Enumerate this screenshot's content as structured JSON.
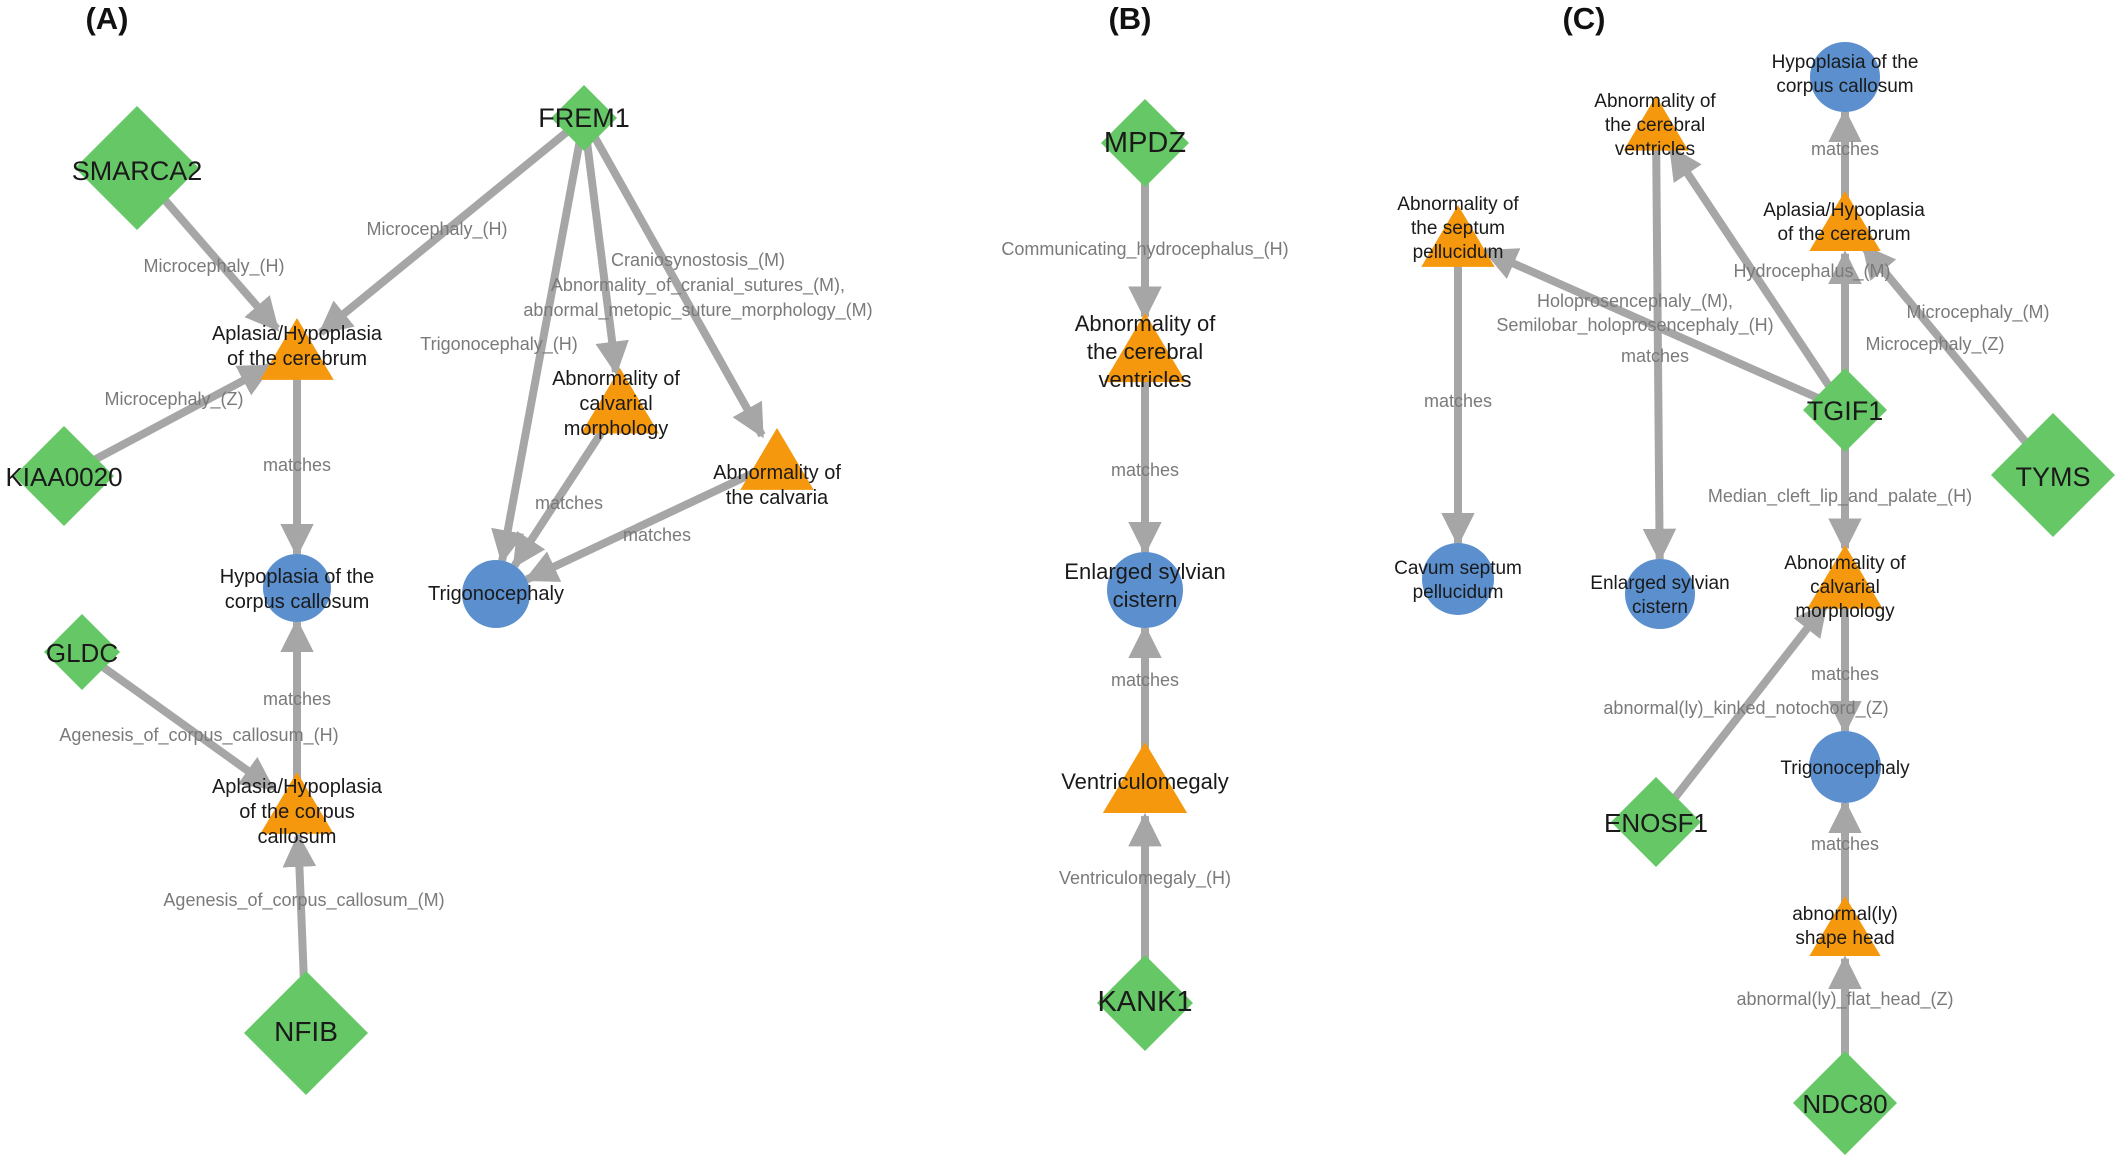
{
  "colors": {
    "gene": "#66c766",
    "phenotype_triangle": "#f5980d",
    "phenotype_circle": "#5b8fcd",
    "edge": "#a6a6a6",
    "edge_label": "#7a7a7a"
  },
  "panels": [
    {
      "id": "A",
      "label": "(A)"
    },
    {
      "id": "B",
      "label": "(B)"
    },
    {
      "id": "C",
      "label": "(C)"
    }
  ],
  "nodes": [
    {
      "id": "smarca2",
      "panel": "A",
      "shape": "diamond",
      "label": [
        "SMARCA2"
      ]
    },
    {
      "id": "frem1",
      "panel": "A",
      "shape": "diamond",
      "label": [
        "FREM1"
      ]
    },
    {
      "id": "kiaa0020",
      "panel": "A",
      "shape": "diamond",
      "label": [
        "KIAA0020"
      ]
    },
    {
      "id": "gldc",
      "panel": "A",
      "shape": "diamond",
      "label": [
        "GLDC"
      ]
    },
    {
      "id": "nfib",
      "panel": "A",
      "shape": "diamond",
      "label": [
        "NFIB"
      ]
    },
    {
      "id": "a_aplasia_cerebrum",
      "panel": "A",
      "shape": "triangle",
      "label": [
        "Aplasia/Hypoplasia",
        "of the cerebrum"
      ]
    },
    {
      "id": "a_calvarial_morph",
      "panel": "A",
      "shape": "triangle",
      "label": [
        "Abnormality of",
        "calvarial",
        "morphology"
      ]
    },
    {
      "id": "a_calvaria",
      "panel": "A",
      "shape": "triangle",
      "label": [
        "Abnormality of",
        "the calvaria"
      ]
    },
    {
      "id": "a_aplasia_cc",
      "panel": "A",
      "shape": "triangle",
      "label": [
        "Aplasia/Hypoplasia",
        "of the corpus",
        "callosum"
      ]
    },
    {
      "id": "a_hypoplasia_cc",
      "panel": "A",
      "shape": "circle",
      "label": [
        "Hypoplasia of the",
        "corpus callosum"
      ]
    },
    {
      "id": "a_trigonocephaly",
      "panel": "A",
      "shape": "circle",
      "label": [
        "Trigonocephaly"
      ]
    },
    {
      "id": "mpdz",
      "panel": "B",
      "shape": "diamond",
      "label": [
        "MPDZ"
      ]
    },
    {
      "id": "kank1",
      "panel": "B",
      "shape": "diamond",
      "label": [
        "KANK1"
      ]
    },
    {
      "id": "b_cerebral_ventricles",
      "panel": "B",
      "shape": "triangle",
      "label": [
        "Abnormality of",
        "the cerebral",
        "ventricles"
      ]
    },
    {
      "id": "b_sylvian",
      "panel": "B",
      "shape": "circle",
      "label": [
        "Enlarged sylvian",
        "cistern"
      ]
    },
    {
      "id": "b_ventriculomegaly",
      "panel": "B",
      "shape": "triangle",
      "label": [
        "Ventriculomegaly"
      ]
    },
    {
      "id": "c_hypoplasia_cc",
      "panel": "C",
      "shape": "circle",
      "label": [
        "Hypoplasia of the",
        "corpus callosum"
      ]
    },
    {
      "id": "c_cerebral_ventricles",
      "panel": "C",
      "shape": "triangle",
      "label": [
        "Abnormality of",
        "the cerebral",
        "ventricles"
      ]
    },
    {
      "id": "c_septum",
      "panel": "C",
      "shape": "triangle",
      "label": [
        "Abnormality of",
        "the septum",
        "pellucidum"
      ]
    },
    {
      "id": "c_aplasia_cerebrum",
      "panel": "C",
      "shape": "triangle",
      "label": [
        "Aplasia/Hypoplasia",
        "of the cerebrum"
      ]
    },
    {
      "id": "tgif1",
      "panel": "C",
      "shape": "diamond",
      "label": [
        "TGIF1"
      ]
    },
    {
      "id": "tyms",
      "panel": "C",
      "shape": "diamond",
      "label": [
        "TYMS"
      ]
    },
    {
      "id": "c_cavum",
      "panel": "C",
      "shape": "circle",
      "label": [
        "Cavum septum",
        "pellucidum"
      ]
    },
    {
      "id": "c_sylvian",
      "panel": "C",
      "shape": "circle",
      "label": [
        "Enlarged sylvian",
        "cistern"
      ]
    },
    {
      "id": "c_calvarial_morph",
      "panel": "C",
      "shape": "triangle",
      "label": [
        "Abnormality of",
        "calvarial",
        "morphology"
      ]
    },
    {
      "id": "c_trigonocephaly",
      "panel": "C",
      "shape": "circle",
      "label": [
        "Trigonocephaly"
      ]
    },
    {
      "id": "enosf1",
      "panel": "C",
      "shape": "diamond",
      "label": [
        "ENOSF1"
      ]
    },
    {
      "id": "c_shape_head",
      "panel": "C",
      "shape": "triangle",
      "label": [
        "abnormal(ly)",
        "shape head"
      ]
    },
    {
      "id": "ndc80",
      "panel": "C",
      "shape": "diamond",
      "label": [
        "NDC80"
      ]
    }
  ],
  "edges": [
    {
      "from": "smarca2",
      "to": "a_aplasia_cerebrum",
      "label": [
        "Microcephaly_(H)"
      ]
    },
    {
      "from": "frem1",
      "to": "a_aplasia_cerebrum",
      "label": [
        "Microcephaly_(H)"
      ]
    },
    {
      "from": "kiaa0020",
      "to": "a_aplasia_cerebrum",
      "label": [
        "Microcephaly_(Z)"
      ]
    },
    {
      "from": "a_aplasia_cerebrum",
      "to": "a_hypoplasia_cc",
      "label": [
        "matches"
      ]
    },
    {
      "from": "frem1",
      "to": "a_trigonocephaly",
      "label": [
        "Trigonocephaly_(H)"
      ]
    },
    {
      "from": "frem1",
      "to": "a_calvarial_morph",
      "label": [
        "Craniosynostosis_(M)",
        "Abnormality_of_cranial_sutures_(M),",
        "abnormal_metopic_suture_morphology_(M)"
      ]
    },
    {
      "from": "frem1",
      "to": "a_calvaria",
      "label": []
    },
    {
      "from": "a_calvarial_morph",
      "to": "a_trigonocephaly",
      "label": [
        "matches"
      ]
    },
    {
      "from": "a_calvaria",
      "to": "a_trigonocephaly",
      "label": [
        "matches"
      ]
    },
    {
      "from": "gldc",
      "to": "a_aplasia_cc",
      "label": [
        "Agenesis_of_corpus_callosum_(H)"
      ]
    },
    {
      "from": "a_aplasia_cc",
      "to": "a_hypoplasia_cc",
      "label": [
        "matches"
      ]
    },
    {
      "from": "nfib",
      "to": "a_aplasia_cc",
      "label": [
        "Agenesis_of_corpus_callosum_(M)"
      ]
    },
    {
      "from": "mpdz",
      "to": "b_cerebral_ventricles",
      "label": [
        "Communicating_hydrocephalus_(H)"
      ]
    },
    {
      "from": "b_cerebral_ventricles",
      "to": "b_sylvian",
      "label": [
        "matches"
      ]
    },
    {
      "from": "b_ventriculomegaly",
      "to": "b_sylvian",
      "label": [
        "matches"
      ]
    },
    {
      "from": "kank1",
      "to": "b_ventriculomegaly",
      "label": [
        "Ventriculomegaly_(H)"
      ]
    },
    {
      "from": "c_aplasia_cerebrum",
      "to": "c_hypoplasia_cc",
      "label": [
        "matches"
      ]
    },
    {
      "from": "tgif1",
      "to": "c_aplasia_cerebrum",
      "label": [
        "Microcephaly_(M)"
      ]
    },
    {
      "from": "tyms",
      "to": "c_aplasia_cerebrum",
      "label": [
        "Microcephaly_(Z)"
      ]
    },
    {
      "from": "tgif1",
      "to": "c_cerebral_ventricles",
      "label": [
        "Hydrocephalus_(M)"
      ]
    },
    {
      "from": "tgif1",
      "to": "c_septum",
      "label": [
        "Holoprosencephaly_(M),",
        "Semilobar_holoprosencephaly_(H)"
      ]
    },
    {
      "from": "c_septum",
      "to": "c_cavum",
      "label": [
        "matches"
      ]
    },
    {
      "from": "c_cerebral_ventricles",
      "to": "c_sylvian",
      "label": [
        "matches"
      ]
    },
    {
      "from": "tgif1",
      "to": "c_calvarial_morph",
      "label": [
        "Median_cleft_lip_and_palate_(H)"
      ]
    },
    {
      "from": "enosf1",
      "to": "c_calvarial_morph",
      "label": [
        "abnormal(ly)_kinked_notochord_(Z)"
      ]
    },
    {
      "from": "c_calvarial_morph",
      "to": "c_trigonocephaly",
      "label": [
        "matches"
      ]
    },
    {
      "from": "c_shape_head",
      "to": "c_trigonocephaly",
      "label": [
        "matches"
      ]
    },
    {
      "from": "ndc80",
      "to": "c_shape_head",
      "label": [
        "abnormal(ly)_flat_head_(Z)"
      ]
    }
  ]
}
